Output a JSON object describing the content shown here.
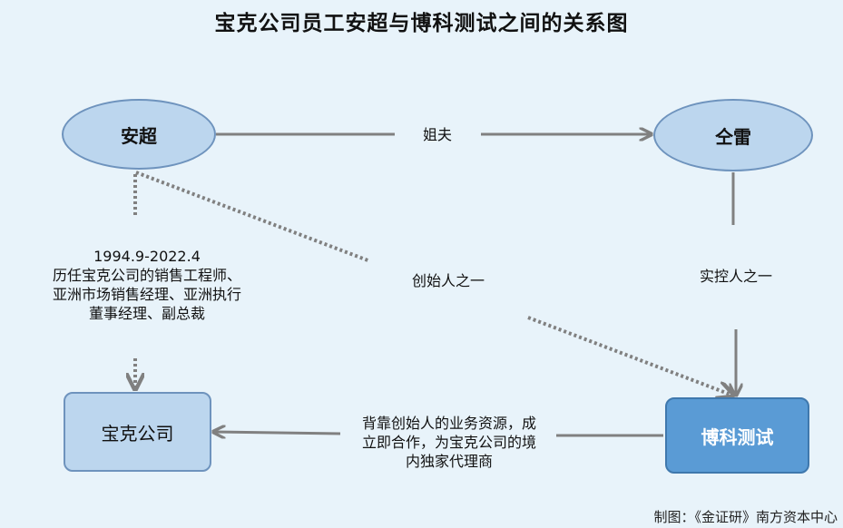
{
  "title": "宝克公司员工安超与博科测试之间的关系图",
  "nodes": {
    "anchao": "安超",
    "tonglei": "仝雷",
    "baoke": "宝克公司",
    "boke": "博科测试"
  },
  "edges": {
    "brother_in_law": "姐夫",
    "founder": "创始人之一",
    "controller": "实控人之一",
    "career_period": "1994.9-2022.4",
    "career_roles": [
      "历任宝克公司的销售工程师、",
      "亚洲市场销售经理、亚洲执行",
      "董事经理、副总裁"
    ],
    "agency_lines": [
      "背靠创始人的业务资源，成",
      "立即合作，为宝克公司的境",
      "内独家代理商"
    ]
  },
  "footer": "制图：《金证研》南方资本中心",
  "colors": {
    "background": "#e8f3fa",
    "node_light": "#bcd6ee",
    "node_dark": "#5a9bd5",
    "line": "#808080"
  }
}
